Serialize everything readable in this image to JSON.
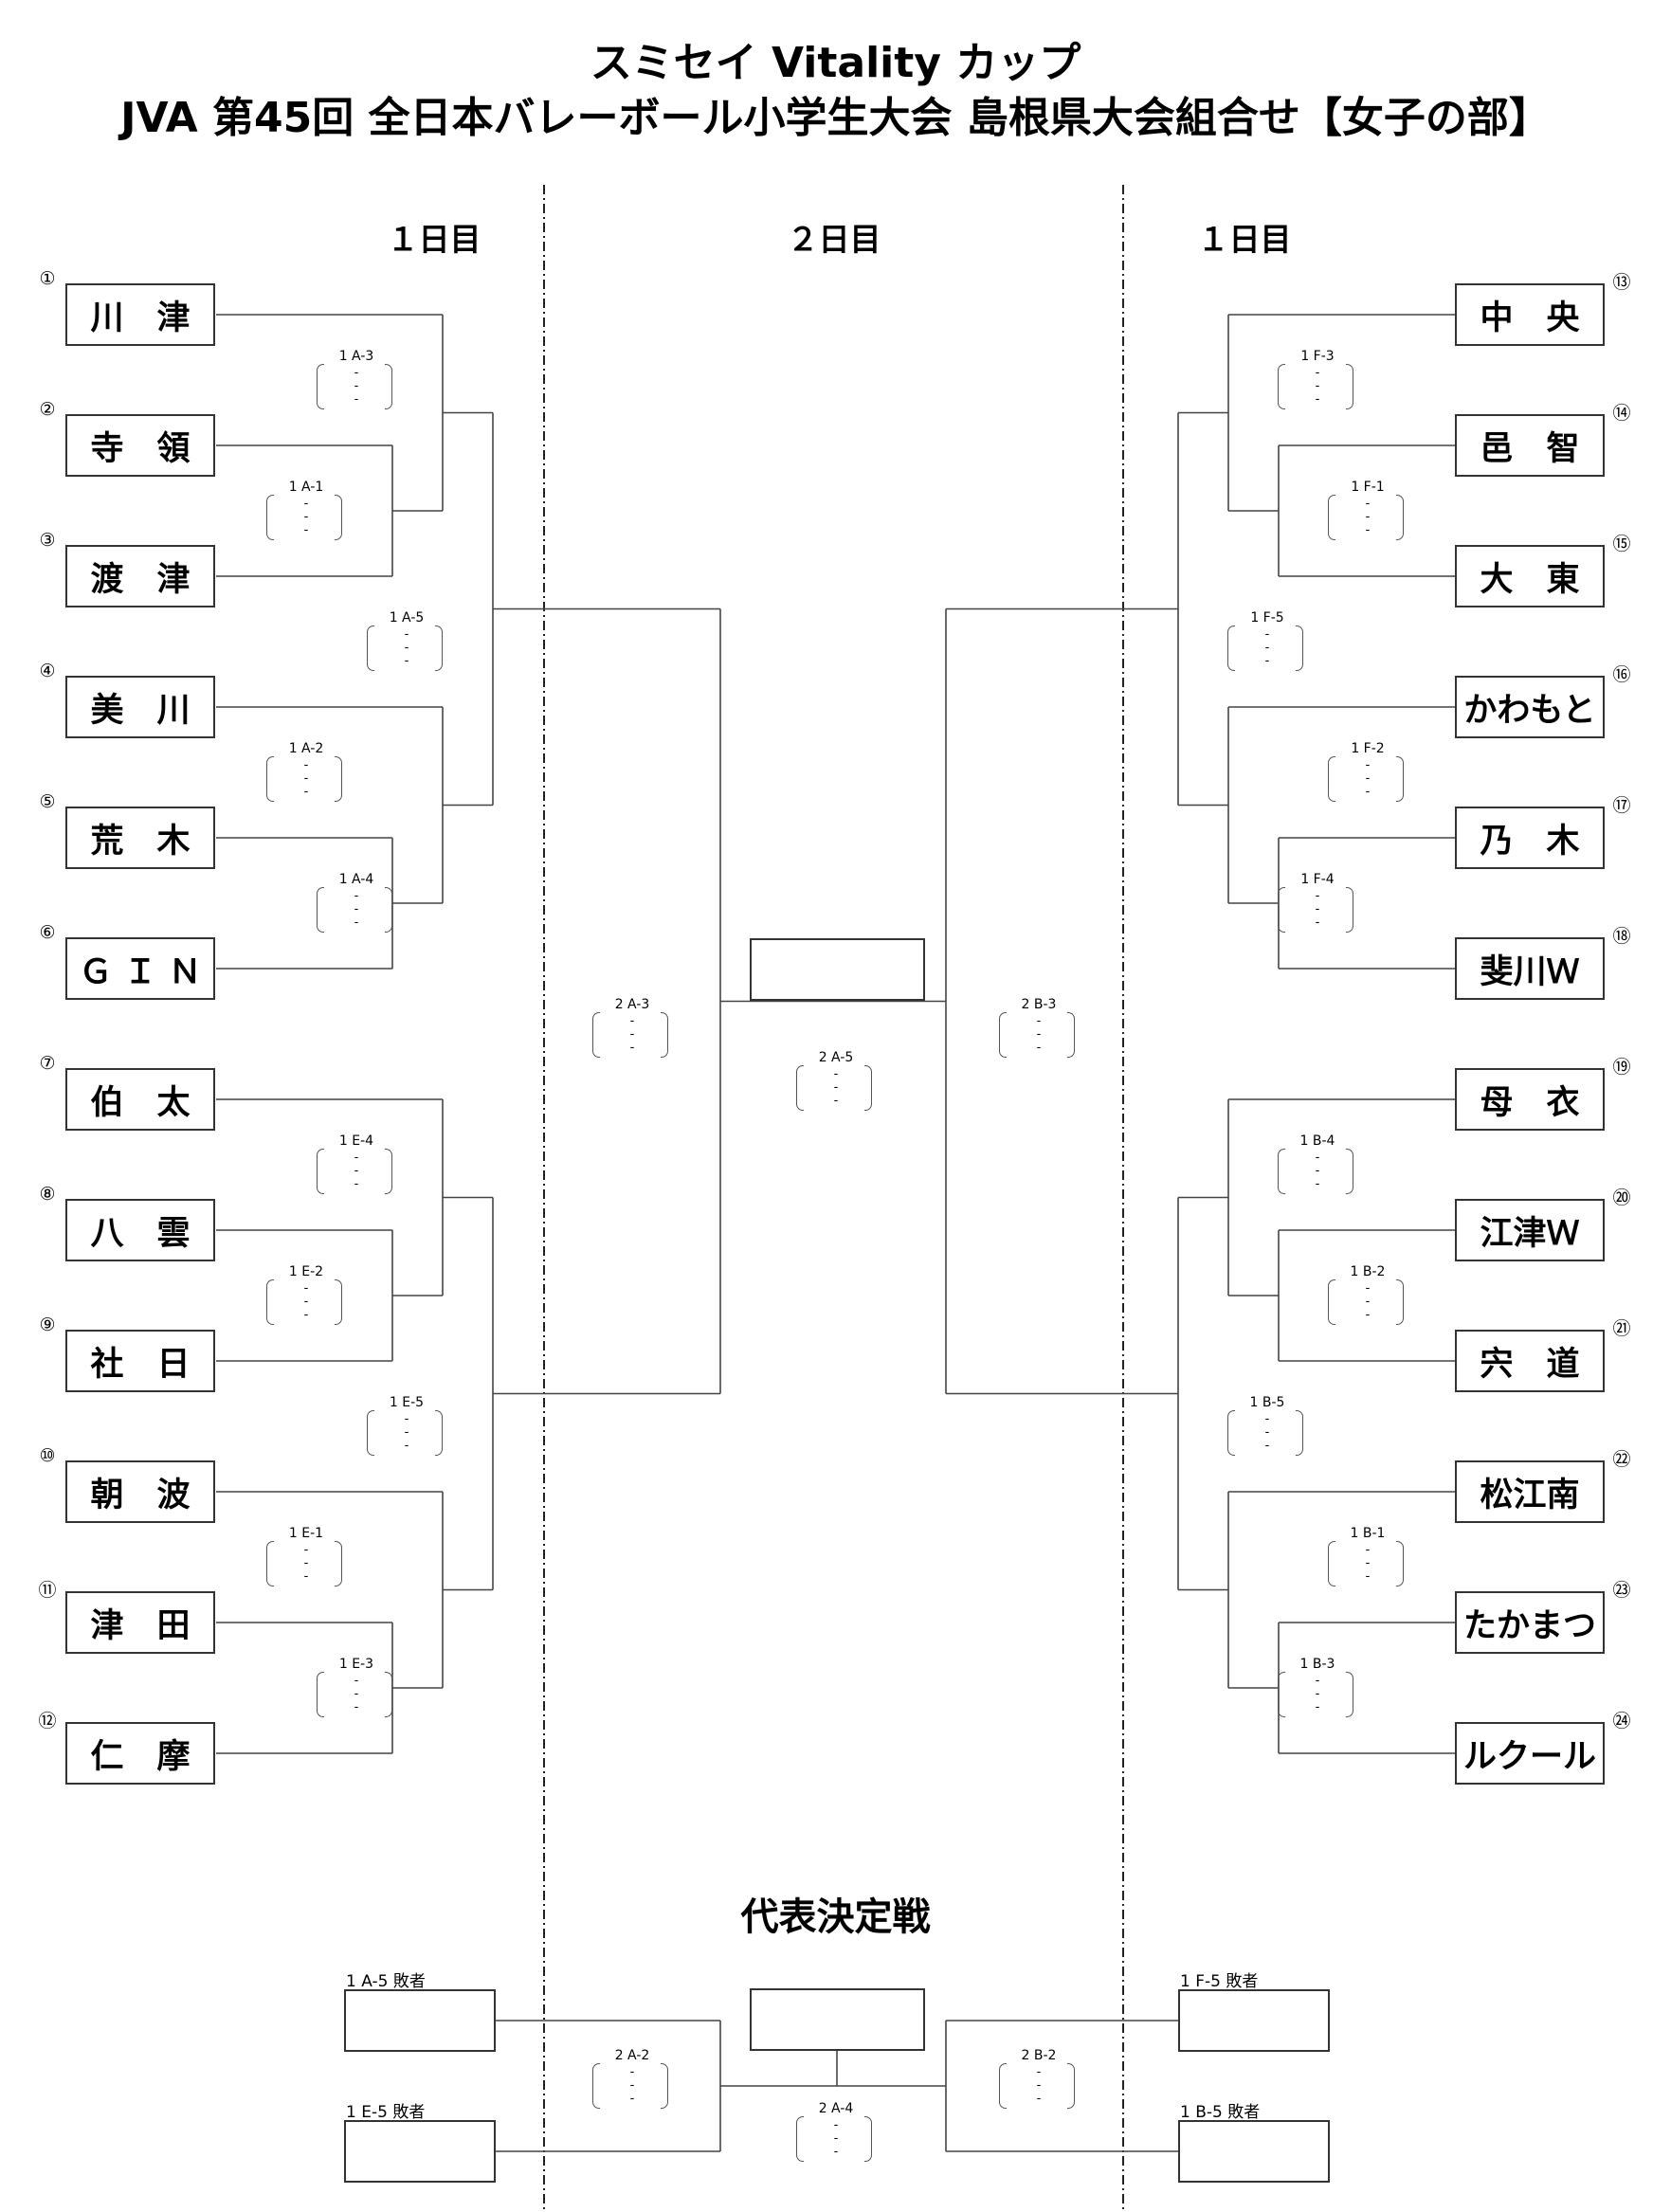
{
  "title": {
    "line1": "スミセイ Vitality カップ",
    "line2": "JVA 第45回 全日本バレーボール小学生大会 島根県大会組合せ【女子の部】"
  },
  "days": {
    "left": "１日目",
    "center": "２日目",
    "right": "１日目"
  },
  "teams": [
    {
      "num": "①",
      "name": "川　津"
    },
    {
      "num": "②",
      "name": "寺　領"
    },
    {
      "num": "③",
      "name": "渡　津"
    },
    {
      "num": "④",
      "name": "美　川"
    },
    {
      "num": "⑤",
      "name": "荒　木"
    },
    {
      "num": "⑥",
      "name": "Ｇ Ｉ Ｎ"
    },
    {
      "num": "⑦",
      "name": "伯　太"
    },
    {
      "num": "⑧",
      "name": "八　雲"
    },
    {
      "num": "⑨",
      "name": "社　日"
    },
    {
      "num": "⑩",
      "name": "朝　波"
    },
    {
      "num": "⑪",
      "name": "津　田"
    },
    {
      "num": "⑫",
      "name": "仁　摩"
    },
    {
      "num": "⑬",
      "name": "中　央"
    },
    {
      "num": "⑭",
      "name": "邑　智"
    },
    {
      "num": "⑮",
      "name": "大　東"
    },
    {
      "num": "⑯",
      "name": "かわもと"
    },
    {
      "num": "⑰",
      "name": "乃　木"
    },
    {
      "num": "⑱",
      "name": "斐川Ｗ"
    },
    {
      "num": "⑲",
      "name": "母　衣"
    },
    {
      "num": "⑳",
      "name": "江津Ｗ"
    },
    {
      "num": "㉑",
      "name": "宍　道"
    },
    {
      "num": "㉒",
      "name": "松江南"
    },
    {
      "num": "㉓",
      "name": "たかまつ"
    },
    {
      "num": "㉔",
      "name": "ルクール"
    }
  ],
  "matches": [
    "1 A-3",
    "1 A-1",
    "1 A-5",
    "1 A-2",
    "1 A-4",
    "1 E-4",
    "1 E-2",
    "1 E-5",
    "1 E-1",
    "1 E-3",
    "1 F-3",
    "1 F-1",
    "1 F-5",
    "1 F-2",
    "1 F-4",
    "1 B-4",
    "1 B-2",
    "1 B-5",
    "1 B-1",
    "1 B-3",
    "2 A-3",
    "2 B-3",
    "2 A-5",
    "2 A-2",
    "2 B-2",
    "2 A-4"
  ],
  "match_dash": "-",
  "section_title": "代表決定戦",
  "consolation_labels": [
    "1 A-5 敗者",
    "1 E-5 敗者",
    "1 F-5 敗者",
    "1 B-5 敗者"
  ]
}
